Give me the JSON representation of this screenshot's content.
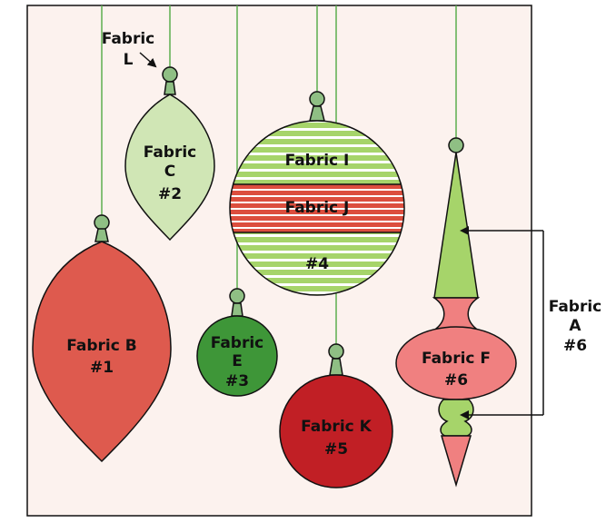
{
  "colors": {
    "panel_bg": "#fcf2ee",
    "panel_border": "#111111",
    "string": "#5cae4e",
    "cap": "#8fbf84",
    "fabric_a": "#a6d46a",
    "fabric_b": "#de5a4e",
    "fabric_c": "#d0e6b5",
    "fabric_e": "#3e9638",
    "fabric_f": "#f08080",
    "fabric_i_stripe": "#a6d46a",
    "fabric_j_stripe": "#dc4e3e",
    "fabric_k": "#c11f25",
    "arrow": "#111111"
  },
  "ornaments": {
    "o1": {
      "line1": "Fabric B",
      "line2": "#1"
    },
    "o2": {
      "line1": "Fabric",
      "line2": "C",
      "line3": "#2"
    },
    "o3": {
      "line1": "Fabric",
      "line2": "E",
      "line3": "#3"
    },
    "o4": {
      "band_top": "Fabric I",
      "band_mid": "Fabric J",
      "number": "#4"
    },
    "o5": {
      "line1": "Fabric K",
      "line2": "#5"
    },
    "o6": {
      "line1": "Fabric F",
      "line2": "#6"
    }
  },
  "callouts": {
    "fabric_l": {
      "line1": "Fabric",
      "line2": "L"
    },
    "fabric_a": {
      "line1": "Fabric",
      "line2": "A",
      "line3": "#6"
    }
  }
}
